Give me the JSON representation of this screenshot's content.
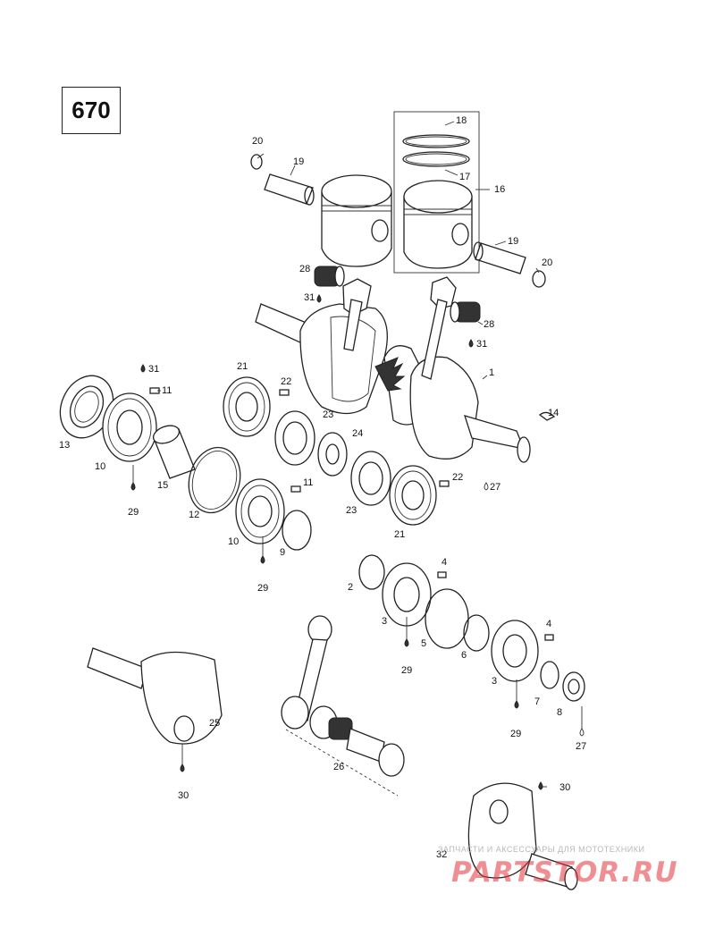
{
  "diagram": {
    "model_number": "670",
    "callouts": [
      {
        "id": "c18",
        "text": "18"
      },
      {
        "id": "c17",
        "text": "17"
      },
      {
        "id": "c16",
        "text": "16"
      },
      {
        "id": "c20a",
        "text": "20"
      },
      {
        "id": "c19a",
        "text": "19"
      },
      {
        "id": "c19b",
        "text": "19"
      },
      {
        "id": "c20b",
        "text": "20"
      },
      {
        "id": "c28a",
        "text": "28"
      },
      {
        "id": "c31a",
        "text": "31"
      },
      {
        "id": "c28b",
        "text": "28"
      },
      {
        "id": "c31b",
        "text": "31"
      },
      {
        "id": "c31c",
        "text": "31"
      },
      {
        "id": "c11a",
        "text": "11"
      },
      {
        "id": "c21a",
        "text": "21"
      },
      {
        "id": "c22a",
        "text": "22"
      },
      {
        "id": "c1",
        "text": "1"
      },
      {
        "id": "c13",
        "text": "13"
      },
      {
        "id": "c10a",
        "text": "10"
      },
      {
        "id": "c23a",
        "text": "23"
      },
      {
        "id": "c14",
        "text": "14"
      },
      {
        "id": "c24",
        "text": "24"
      },
      {
        "id": "c15",
        "text": "15"
      },
      {
        "id": "c29a",
        "text": "29"
      },
      {
        "id": "c12",
        "text": "12"
      },
      {
        "id": "c11b",
        "text": "11"
      },
      {
        "id": "c22b",
        "text": "22"
      },
      {
        "id": "c27a",
        "text": "27"
      },
      {
        "id": "c10b",
        "text": "10"
      },
      {
        "id": "c9",
        "text": "9"
      },
      {
        "id": "c23b",
        "text": "23"
      },
      {
        "id": "c21b",
        "text": "21"
      },
      {
        "id": "c29b",
        "text": "29"
      },
      {
        "id": "c4a",
        "text": "4"
      },
      {
        "id": "c2",
        "text": "2"
      },
      {
        "id": "c3a",
        "text": "3"
      },
      {
        "id": "c5",
        "text": "5"
      },
      {
        "id": "c6",
        "text": "6"
      },
      {
        "id": "c4b",
        "text": "4"
      },
      {
        "id": "c29c",
        "text": "29"
      },
      {
        "id": "c3b",
        "text": "3"
      },
      {
        "id": "c7",
        "text": "7"
      },
      {
        "id": "c8",
        "text": "8"
      },
      {
        "id": "c25",
        "text": "25"
      },
      {
        "id": "c29d",
        "text": "29"
      },
      {
        "id": "c27b",
        "text": "27"
      },
      {
        "id": "c26",
        "text": "26"
      },
      {
        "id": "c30a",
        "text": "30"
      },
      {
        "id": "c30b",
        "text": "30"
      },
      {
        "id": "c32",
        "text": "32"
      }
    ]
  },
  "watermark": {
    "tagline": "ЗАПЧАСТИ И АКСЕССУАРЫ ДЛЯ МОТОТЕХНИКИ",
    "brand": "PARTSTOR.RU",
    "brand_color": "#e3343c"
  }
}
